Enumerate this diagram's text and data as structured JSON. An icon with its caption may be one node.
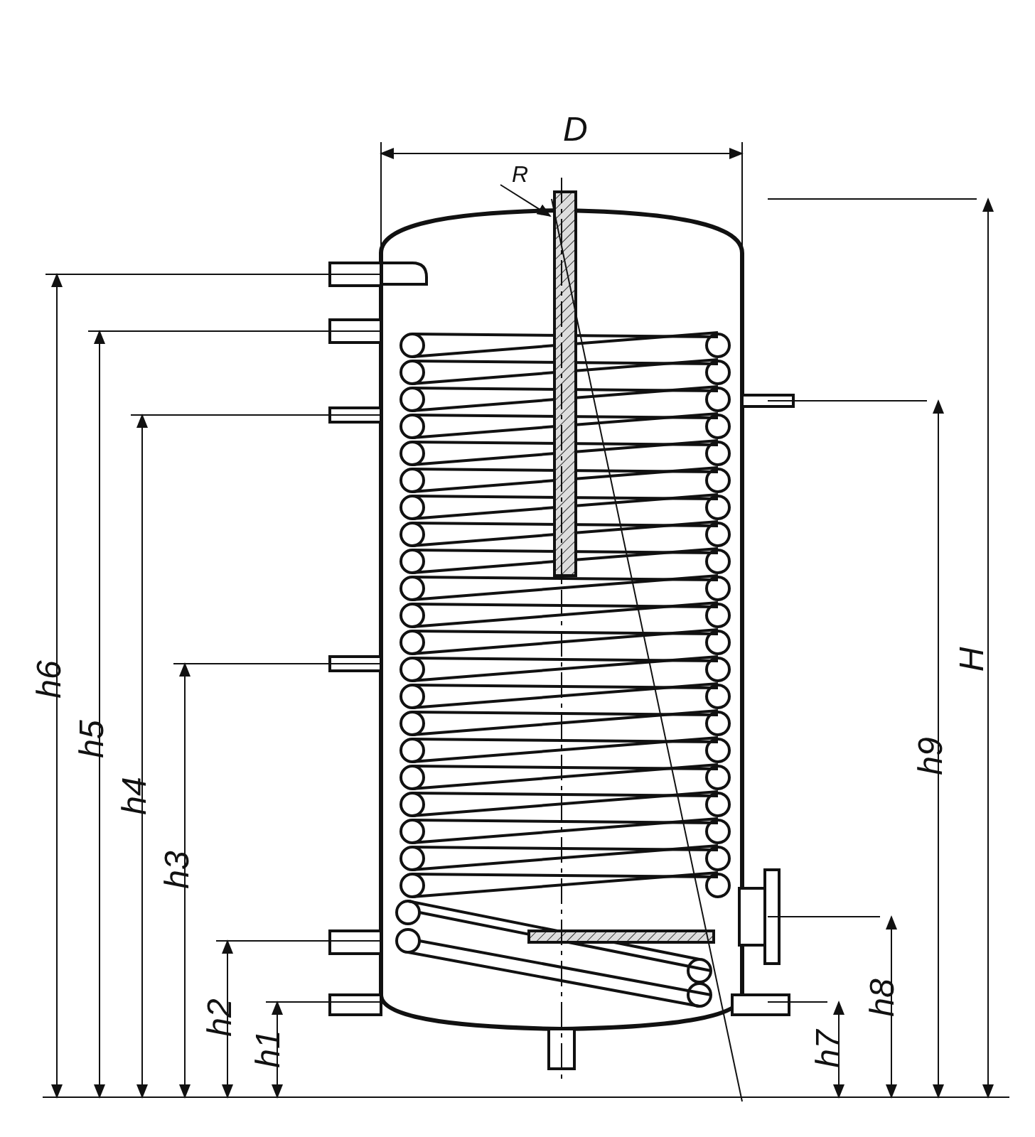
{
  "diagram": {
    "labels": [
      "D",
      "R",
      "h6",
      "h5",
      "h4",
      "h3",
      "h2",
      "h1",
      "H",
      "h9",
      "h8",
      "h7"
    ]
  }
}
